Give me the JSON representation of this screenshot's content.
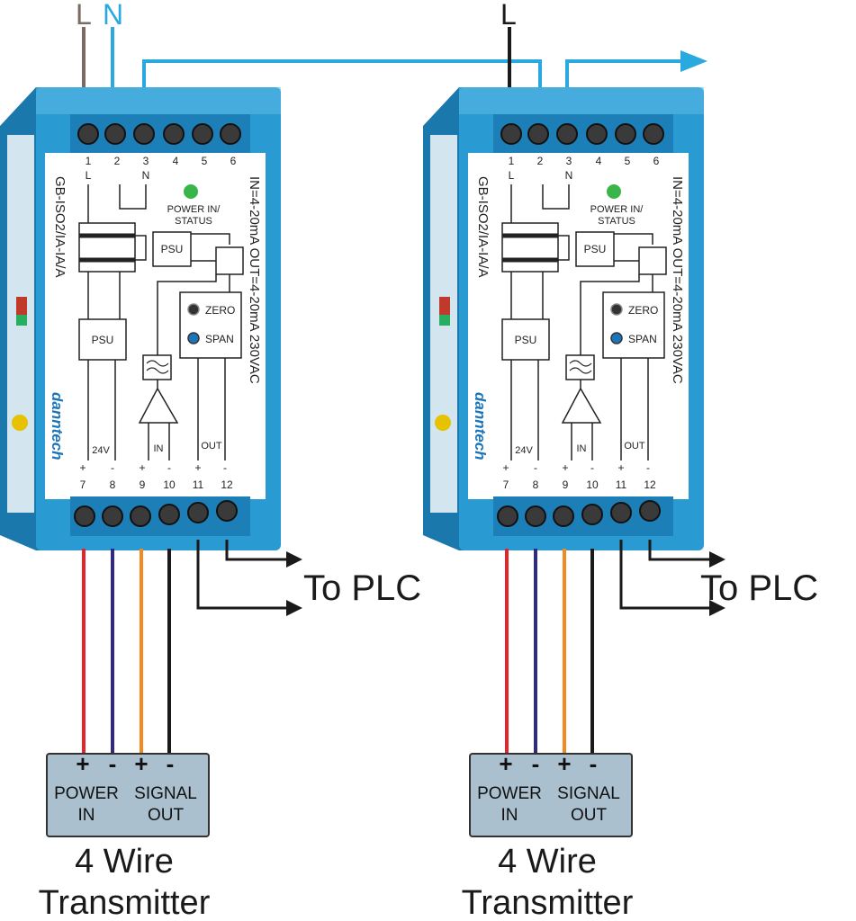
{
  "colors": {
    "housing": "#2a9ad3",
    "housing_dark": "#1a78ad",
    "housing_light": "#5db9e6",
    "label_face": "#ffffff",
    "line_live": "#7a6a62",
    "line_neutral": "#29a9e0",
    "wire_red": "#e3242b",
    "wire_blue": "#2f2a85",
    "wire_orange": "#f4891f",
    "wire_black": "#1a1a1a",
    "led": "#39b54a",
    "brand": "#1b75bb",
    "transmitter_fill": "#aac0cf"
  },
  "supply": {
    "left_live": "L",
    "left_neutral": "N",
    "right_live": "L"
  },
  "units": [
    {
      "id": "unit-1",
      "model": "GB-ISO2/IA-IA/A",
      "spec": "IN=4-20mA OUT=4-20mA 230VAC",
      "brand": "danntech",
      "top_terminals": [
        "1",
        "2",
        "3",
        "4",
        "5",
        "6"
      ],
      "top_terminal_marks": [
        "L",
        "",
        "N",
        "",
        "",
        ""
      ],
      "bottom_terminals": [
        "7",
        "8",
        "9",
        "10",
        "11",
        "12"
      ],
      "bottom_terminal_marks": [
        "+",
        "-",
        "+",
        "-",
        "+",
        "-"
      ],
      "led_label_1": "POWER IN/",
      "led_label_2": "STATUS",
      "psu_upper": "PSU",
      "psu_lower": "PSU",
      "zero": "ZERO",
      "span": "SPAN",
      "v24": "24V",
      "in": "IN",
      "out": "OUT",
      "plc_label": "To PLC",
      "transmitter": {
        "signs": [
          "+",
          "-",
          "+",
          "-"
        ],
        "power_1": "POWER",
        "power_2": "IN",
        "signal_1": "SIGNAL",
        "signal_2": "OUT",
        "caption_1": "4 Wire",
        "caption_2": "Transmitter"
      }
    },
    {
      "id": "unit-2",
      "model": "GB-ISO2/IA-IA/A",
      "spec": "IN=4-20mA OUT=4-20mA 230VAC",
      "brand": "danntech",
      "top_terminals": [
        "1",
        "2",
        "3",
        "4",
        "5",
        "6"
      ],
      "top_terminal_marks": [
        "L",
        "",
        "N",
        "",
        "",
        ""
      ],
      "bottom_terminals": [
        "7",
        "8",
        "9",
        "10",
        "11",
        "12"
      ],
      "bottom_terminal_marks": [
        "+",
        "-",
        "+",
        "-",
        "+",
        "-"
      ],
      "led_label_1": "POWER IN/",
      "led_label_2": "STATUS",
      "psu_upper": "PSU",
      "psu_lower": "PSU",
      "zero": "ZERO",
      "span": "SPAN",
      "v24": "24V",
      "in": "IN",
      "out": "OUT",
      "plc_label": "To PLC",
      "transmitter": {
        "signs": [
          "+",
          "-",
          "+",
          "-"
        ],
        "power_1": "POWER",
        "power_2": "IN",
        "signal_1": "SIGNAL",
        "signal_2": "OUT",
        "caption_1": "4 Wire",
        "caption_2": "Transmitter"
      }
    }
  ]
}
